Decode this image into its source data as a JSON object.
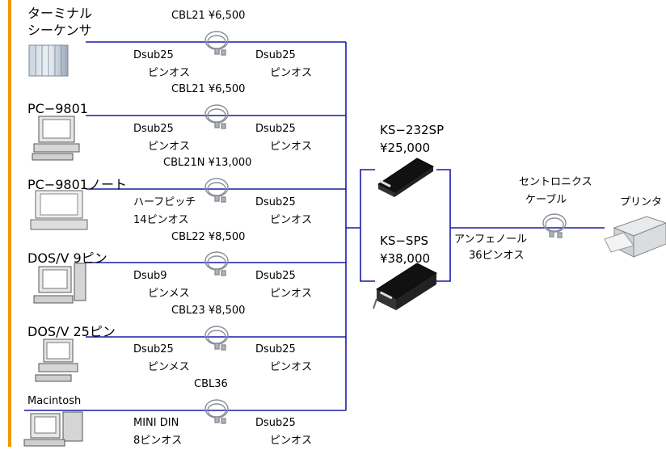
{
  "colors": {
    "line": "#1a1aa6",
    "accent_bar": "#F39800"
  },
  "hosts": [
    {
      "name_lines": [
        "ターミナル",
        "シーケンサ"
      ],
      "icon": "terminal-sequencer-icon",
      "cable": "CBL21 ¥6,500",
      "left_conn": [
        "Dsub25",
        "ピンオス"
      ],
      "right_conn": [
        "Dsub25",
        "ピンオス"
      ]
    },
    {
      "name_lines": [
        "PC−9801"
      ],
      "icon": "desktop-pc-icon",
      "cable": "CBL21 ¥6,500",
      "left_conn": [
        "Dsub25",
        "ピンオス"
      ],
      "right_conn": [
        "Dsub25",
        "ピンオス"
      ]
    },
    {
      "name_lines": [
        "PC−9801ノート"
      ],
      "icon": "notebook-pc-icon",
      "cable": "CBL21N ¥13,000",
      "left_conn": [
        "ハーフピッチ",
        "14ピンオス"
      ],
      "right_conn": [
        "Dsub25",
        "ピンオス"
      ]
    },
    {
      "name_lines": [
        "DOS/V 9ピン"
      ],
      "icon": "tower-pc-icon",
      "cable": "CBL22 ¥8,500",
      "left_conn": [
        "Dsub9",
        "ピンメス"
      ],
      "right_conn": [
        "Dsub25",
        "ピンオス"
      ]
    },
    {
      "name_lines": [
        "DOS/V 25ピン"
      ],
      "icon": "desktop-pc-icon",
      "cable": "CBL23 ¥8,500",
      "left_conn": [
        "Dsub25",
        "ピンメス"
      ],
      "right_conn": [
        "Dsub25",
        "ピンオス"
      ]
    },
    {
      "name_lines": [
        "Macintosh"
      ],
      "icon": "macintosh-icon",
      "cable": "CBL36",
      "left_conn": [
        "MINI DIN",
        "8ピンオス"
      ],
      "right_conn": [
        "Dsub25",
        "ピンオス"
      ]
    }
  ],
  "devices": [
    {
      "name": "KS−232SP",
      "price": "¥25,000",
      "icon": "serial-printer-server-icon"
    },
    {
      "name": "KS−SPS",
      "price": "¥38,000",
      "icon": "printer-server-icon"
    }
  ],
  "output": {
    "conn_lines": [
      "アンフェノール",
      "36ピンオス"
    ],
    "cable_lines": [
      "セントロニクス",
      "ケーブル"
    ],
    "printer_label": "プリンタ",
    "printer_icon": "printer-icon"
  }
}
